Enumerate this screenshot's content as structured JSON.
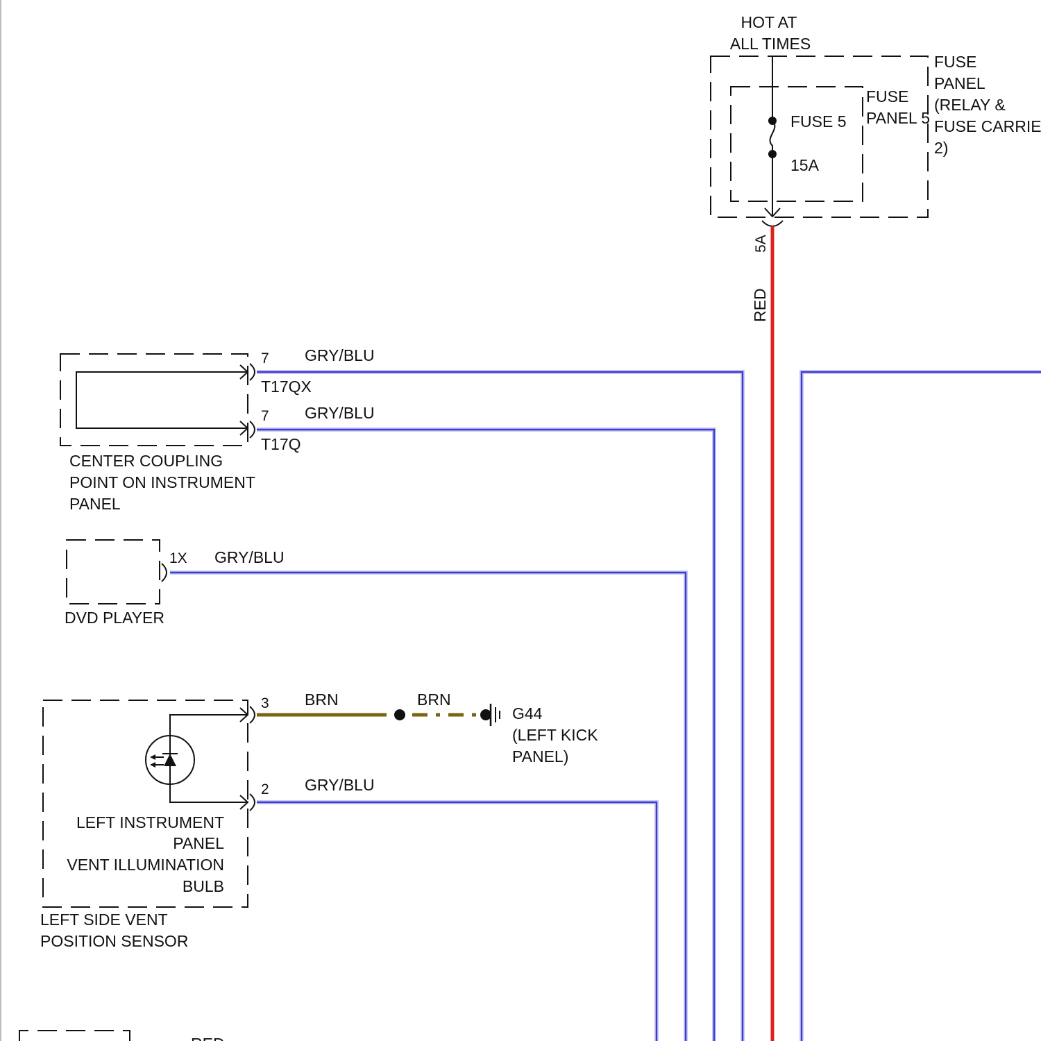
{
  "fuse_panel": {
    "power_label_1": "HOT AT",
    "power_label_2": "ALL TIMES",
    "outer_label": [
      "FUSE",
      "PANEL",
      "(RELAY &",
      "FUSE CARRIE",
      "2)"
    ],
    "inner_label": [
      "FUSE",
      "PANEL 5"
    ],
    "fuse_name": "FUSE 5",
    "fuse_rating": "15A",
    "output_pin": "5A",
    "output_wire_color": "RED"
  },
  "center_coupling": {
    "pin_top": "7",
    "connector_top": "T17QX",
    "wire_top": "GRY/BLU",
    "pin_bottom": "7",
    "connector_bottom": "T17Q",
    "wire_bottom": "GRY/BLU",
    "label": [
      "CENTER COUPLING",
      "POINT ON INSTRUMENT",
      "PANEL"
    ]
  },
  "dvd_player": {
    "pin": "1X",
    "wire": "GRY/BLU",
    "label": "DVD PLAYER"
  },
  "vent_sensor": {
    "pin_ground": "3",
    "wire_ground_1": "BRN",
    "wire_ground_2": "BRN",
    "ground_label": [
      "G44",
      "(LEFT KICK",
      "PANEL)"
    ],
    "pin_signal": "2",
    "wire_signal": "GRY/BLU",
    "bulb_label": [
      "LEFT INSTRUMENT",
      "PANEL",
      "VENT ILLUMINATION",
      "BULB"
    ],
    "label": [
      "LEFT SIDE VENT",
      "POSITION SENSOR"
    ]
  },
  "bottom_partial": {
    "wire": "RED"
  },
  "colors": {
    "red_wire": "#e02020",
    "blue_wire": "#3b3bd0",
    "brown_wire": "#7a6410"
  }
}
